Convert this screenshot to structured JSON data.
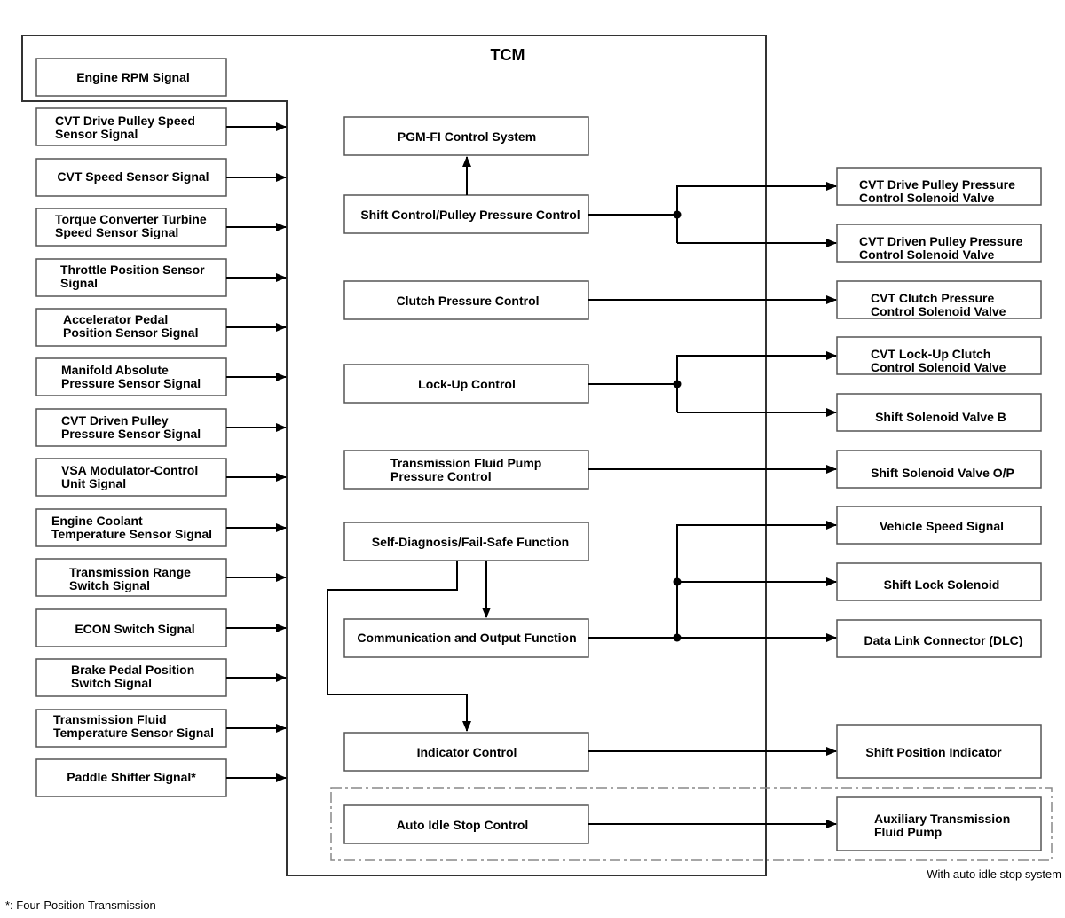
{
  "tcm_title": "TCM",
  "inputs": {
    "engine_rpm": "Engine RPM Signal",
    "drive_pulley_speed": [
      "CVT Drive Pulley Speed",
      "Sensor Signal"
    ],
    "cvt_speed": "CVT Speed Sensor Signal",
    "turbine_speed": [
      "Torque Converter Turbine",
      "Speed Sensor Signal"
    ],
    "throttle_position": [
      "Throttle Position Sensor",
      "Signal"
    ],
    "accelerator_pedal": [
      "Accelerator Pedal",
      "Position Sensor Signal"
    ],
    "map_sensor": [
      "Manifold Absolute",
      "Pressure Sensor Signal"
    ],
    "driven_pulley_pressure": [
      "CVT Driven Pulley",
      "Pressure Sensor Signal"
    ],
    "vsa_modulator": [
      "VSA Modulator-Control",
      "Unit Signal"
    ],
    "engine_coolant": [
      "Engine Coolant",
      "Temperature Sensor Signal"
    ],
    "range_switch": [
      "Transmission Range",
      "Switch Signal"
    ],
    "econ_switch": "ECON Switch Signal",
    "brake_pedal": [
      "Brake Pedal Position",
      "Switch Signal"
    ],
    "fluid_temp": [
      "Transmission Fluid",
      "Temperature Sensor Signal"
    ],
    "paddle_shifter": "Paddle Shifter Signal*"
  },
  "functions": {
    "pgm_fi": "PGM-FI Control System",
    "shift_control": "Shift Control/Pulley Pressure Control",
    "clutch_pressure": "Clutch Pressure Control",
    "lock_up": "Lock-Up Control",
    "fluid_pump": [
      "Transmission Fluid Pump",
      "Pressure Control"
    ],
    "self_diagnosis": "Self-Diagnosis/Fail-Safe Function",
    "communication": "Communication and Output Function",
    "indicator": "Indicator Control",
    "auto_idle": "Auto Idle Stop Control"
  },
  "outputs": {
    "drive_pulley_solenoid": [
      "CVT Drive Pulley Pressure",
      "Control Solenoid Valve"
    ],
    "driven_pulley_solenoid": [
      "CVT Driven Pulley Pressure",
      "Control Solenoid Valve"
    ],
    "clutch_solenoid": [
      "CVT Clutch Pressure",
      "Control Solenoid Valve"
    ],
    "lockup_solenoid": [
      "CVT Lock-Up Clutch",
      "Control Solenoid Valve"
    ],
    "shift_solenoid_b": "Shift Solenoid Valve B",
    "shift_solenoid_op": "Shift Solenoid Valve O/P",
    "vehicle_speed": "Vehicle Speed Signal",
    "shift_lock": "Shift Lock Solenoid",
    "dlc": "Data Link Connector (DLC)",
    "shift_position_indicator": "Shift Position Indicator",
    "aux_pump": [
      "Auxiliary Transmission",
      "Fluid Pump"
    ]
  },
  "auto_idle_note": "With auto idle stop system",
  "footnote": "*: Four-Position Transmission"
}
